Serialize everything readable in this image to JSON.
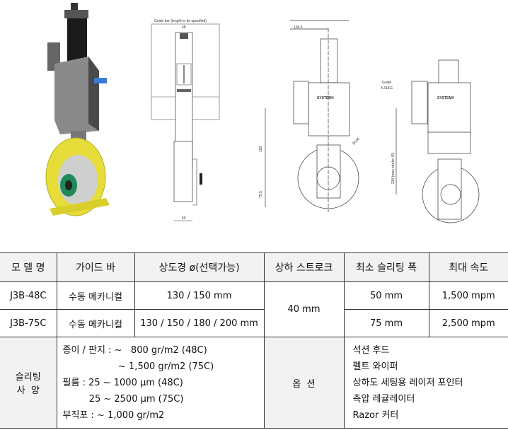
{
  "drawings": {
    "guide_bar_label": "Guide bar (lenght to be specified)",
    "dim_48": "48",
    "dim_50": "50",
    "dim_104_5": "104.5",
    "dim_192": "192",
    "dim_75_5": "75.5",
    "dim_phi150": "Ø150",
    "guide_label": "Guide",
    "guide_code": "4.318.E",
    "dim_stroke": "234 (max stroke 40)",
    "brand": "SYSTEM®"
  },
  "table": {
    "headers": [
      "모 델 명",
      "가이드 바",
      "상도경 ø(선택가능)",
      "상하 스트로크",
      "최소 슬리팅 폭",
      "최대 속도"
    ],
    "rows": [
      {
        "model": "J3B-48C",
        "guide": "수동 메카니컬",
        "diameter": "130 / 150 mm",
        "width": "50 mm",
        "speed": "1,500 mpm"
      },
      {
        "model": "J3B-75C",
        "guide": "수동 메카니컬",
        "diameter": "130 / 150 / 180 / 200 mm",
        "width": "75 mm",
        "speed": "2,500 mpm"
      }
    ],
    "stroke": "40 mm",
    "spec_label": [
      "슬리팅",
      "사  양"
    ],
    "spec_lines": [
      "종이 / 판지 : ~   800 gr/m2 (48C)",
      "                   ~ 1,500 gr/m2 (75C)",
      "필름 : 25 ~ 1000 µm (48C)",
      "         25 ~ 2500 µm (75C)",
      "부직포 : ~ 1,000 gr/m2"
    ],
    "option_label": "옵  션",
    "options": [
      "석션 후드",
      "펠트 와이퍼",
      "상하도 세팅용 레이저 포인터",
      "측압 레귤레이터",
      "Razor 커터"
    ]
  }
}
